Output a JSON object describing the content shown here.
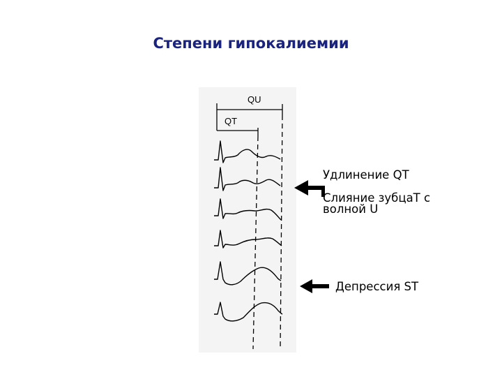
{
  "title": "Степени гипокалиемии",
  "figure": {
    "qu_label": "QU",
    "qt_label": "QT"
  },
  "annotations": {
    "qt_prolongation": "Удлинение  QT",
    "tu_fusion_line1": "Слияние зубцаТ с",
    "tu_fusion_line2": "волной U",
    "st_depression": "Депрессия ST"
  },
  "colors": {
    "title": "#1a237e",
    "lines": "#000000"
  }
}
